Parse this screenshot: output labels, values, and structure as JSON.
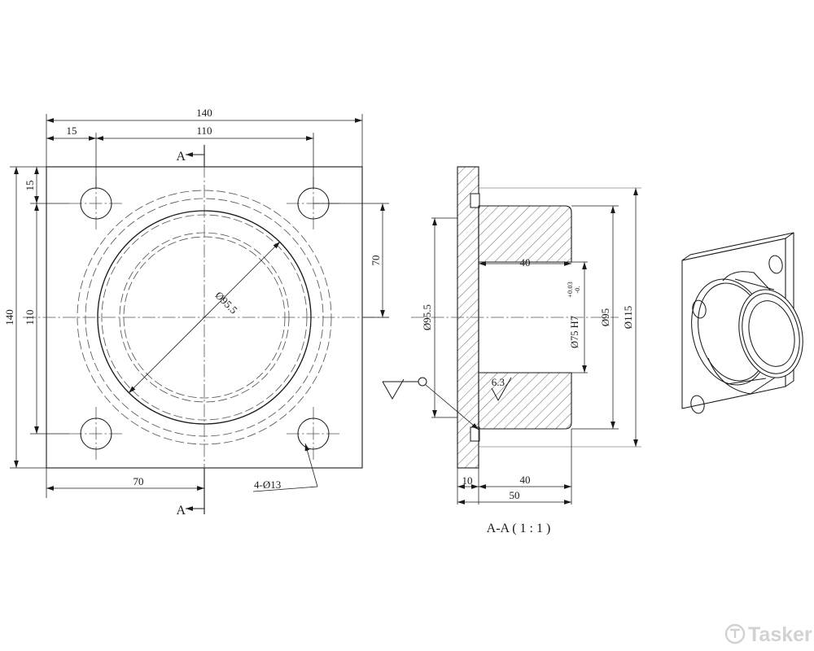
{
  "drawing": {
    "title": "Flange Bushing / Bearing Housing",
    "sheet_size": "1000x800",
    "background_color": "#ffffff",
    "line_color": "#1a1a1a"
  },
  "front_view": {
    "name": "front-view",
    "section_marker_top": "A",
    "section_marker_bottom": "A",
    "dimensions": {
      "overall_width": "140",
      "bolt_pitch_horizontal": "110",
      "edge_offset": "15",
      "half_pitch_right": "70",
      "overall_height": "140",
      "bolt_pitch_vertical": "110",
      "edge_offset_vertical": "15",
      "half_pitch_bottom": "70"
    },
    "diameter_callout": "Ø95.5",
    "hole_callout": "4-Ø13"
  },
  "section_view": {
    "name": "section-view-a-a",
    "caption": "A-A ( 1 : 1 )",
    "dimensions": {
      "bore_depth": "40",
      "flange_thickness": "10",
      "boss_length": "40",
      "overall_length": "50",
      "seat_diameter": "Ø95.5",
      "bore_diameter": "Ø75 H7",
      "bore_tol_upper": "+0.03",
      "bore_tol_lower": "-0.",
      "boss_outer_diameter": "Ø95",
      "flange_outer_diameter": "Ø115"
    },
    "surface_roughness": "6.3"
  },
  "iso_view": {
    "name": "isometric-view"
  },
  "watermark": {
    "text": "Tasker"
  }
}
